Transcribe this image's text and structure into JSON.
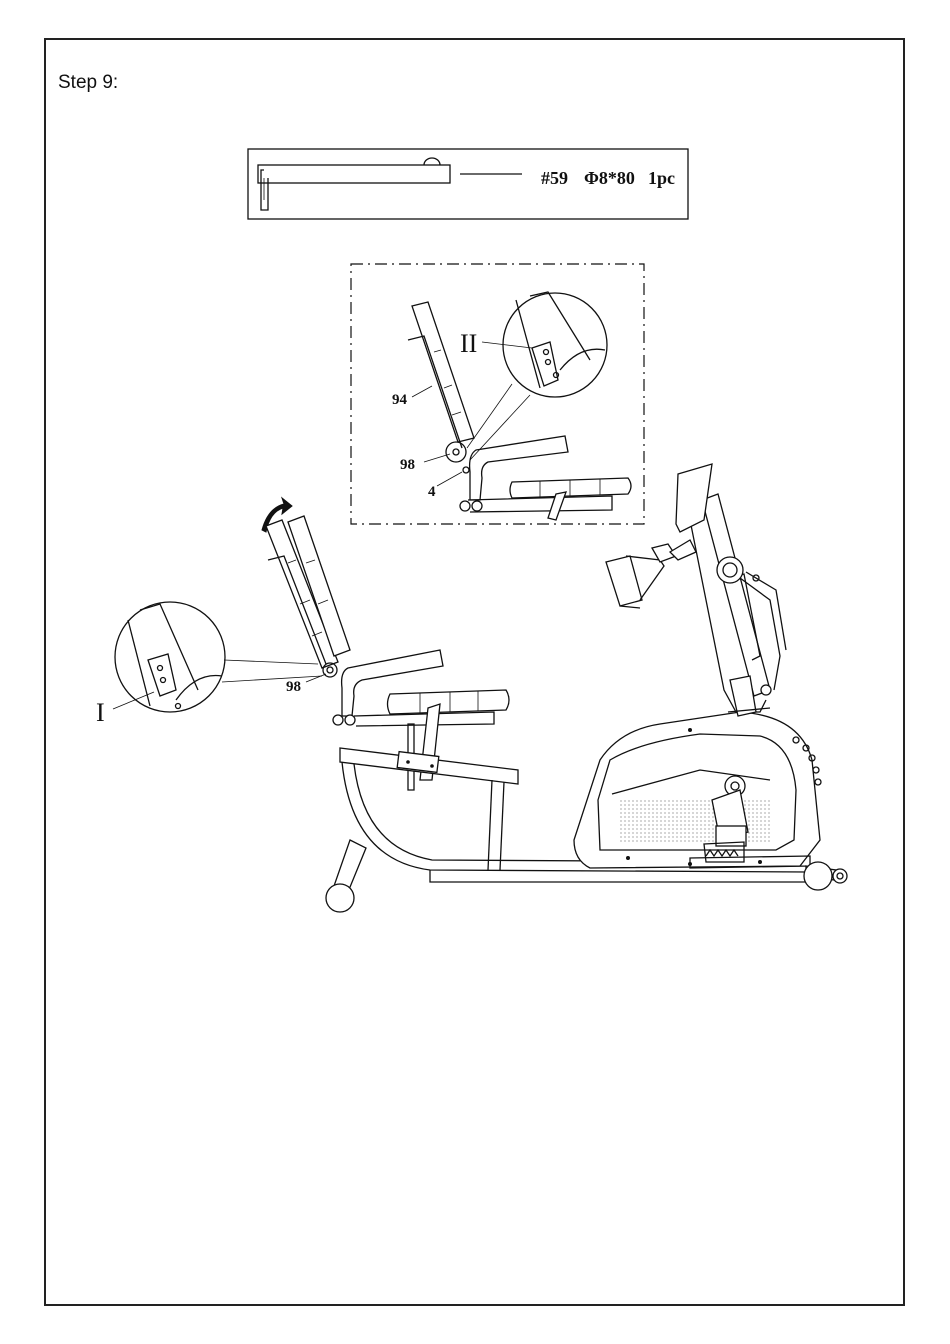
{
  "step": {
    "title": "Step 9:"
  },
  "parts_box": {
    "part_number": "#59",
    "spec": "Φ8*80",
    "quantity": "1pc"
  },
  "detail_view": {
    "callout_II": "II",
    "label_94": "94",
    "label_98": "98",
    "label_4": "4"
  },
  "main_view": {
    "callout_I": "I",
    "label_98": "98"
  }
}
